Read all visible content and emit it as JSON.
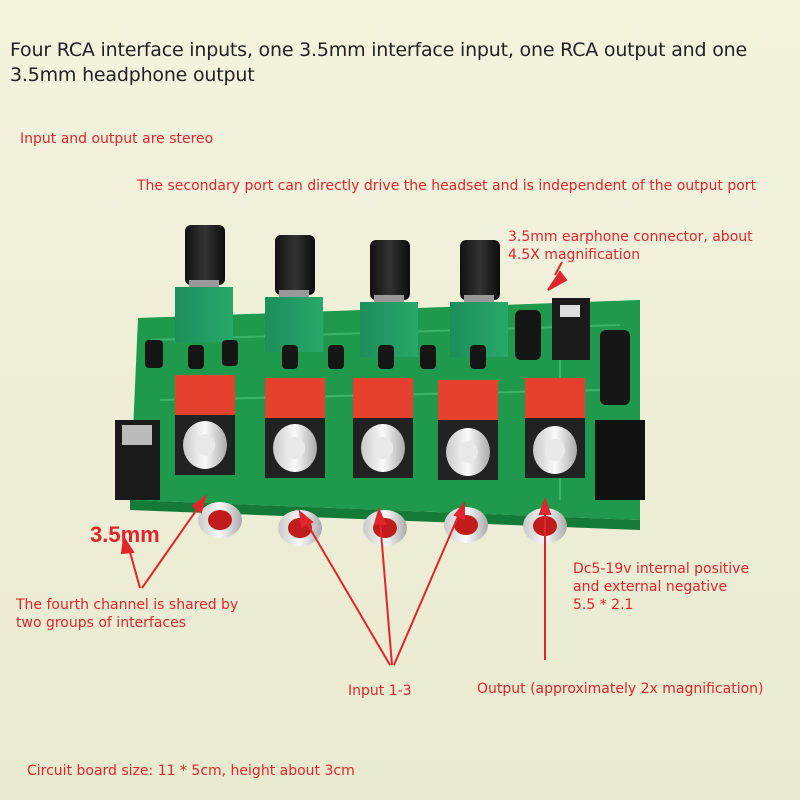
{
  "title": "Four RCA interface inputs, one 3.5mm interface input, one RCA output and one 3.5mm headphone output",
  "annotations": {
    "stereo": "Input and output are stereo",
    "secondary_port": "The secondary port can directly drive the headset and is independent of the output port",
    "earphone": "3.5mm earphone connector, about 4.5X magnification",
    "jack_label": "3.5mm",
    "fourth_channel": "The fourth channel is shared by two groups of interfaces",
    "dc": "Dc5-19v internal positive and external negative 5.5 * 2.1",
    "input": "Input 1-3",
    "output": "Output (approximately 2x magnification)",
    "board_size": "Circuit board size: 11 * 5cm, height about 3cm"
  },
  "colors": {
    "background": "#f3f2dc",
    "annotation_red": "#e0262c",
    "pcb_green": "#1f9a4c",
    "rca_red": "#e5412e"
  }
}
